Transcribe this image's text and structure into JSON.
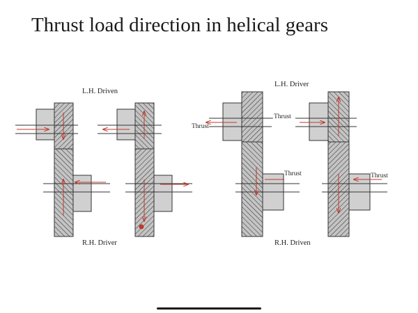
{
  "title": "Thrust load direction in helical gears",
  "labels": {
    "lh_driven": "L.H. Driven",
    "rh_driver": "R.H. Driver",
    "lh_driver": "L.H. Driver",
    "rh_driven": "R.H. Driven"
  },
  "thrust_labels": [
    "Thrust",
    "Thrust",
    "Thrust",
    "Thrust"
  ],
  "colors": {
    "shaft_fill": "#b3b3b3",
    "gear_fill": "#d0d0d0",
    "arrow": "#c0392b",
    "line": "#333333"
  }
}
